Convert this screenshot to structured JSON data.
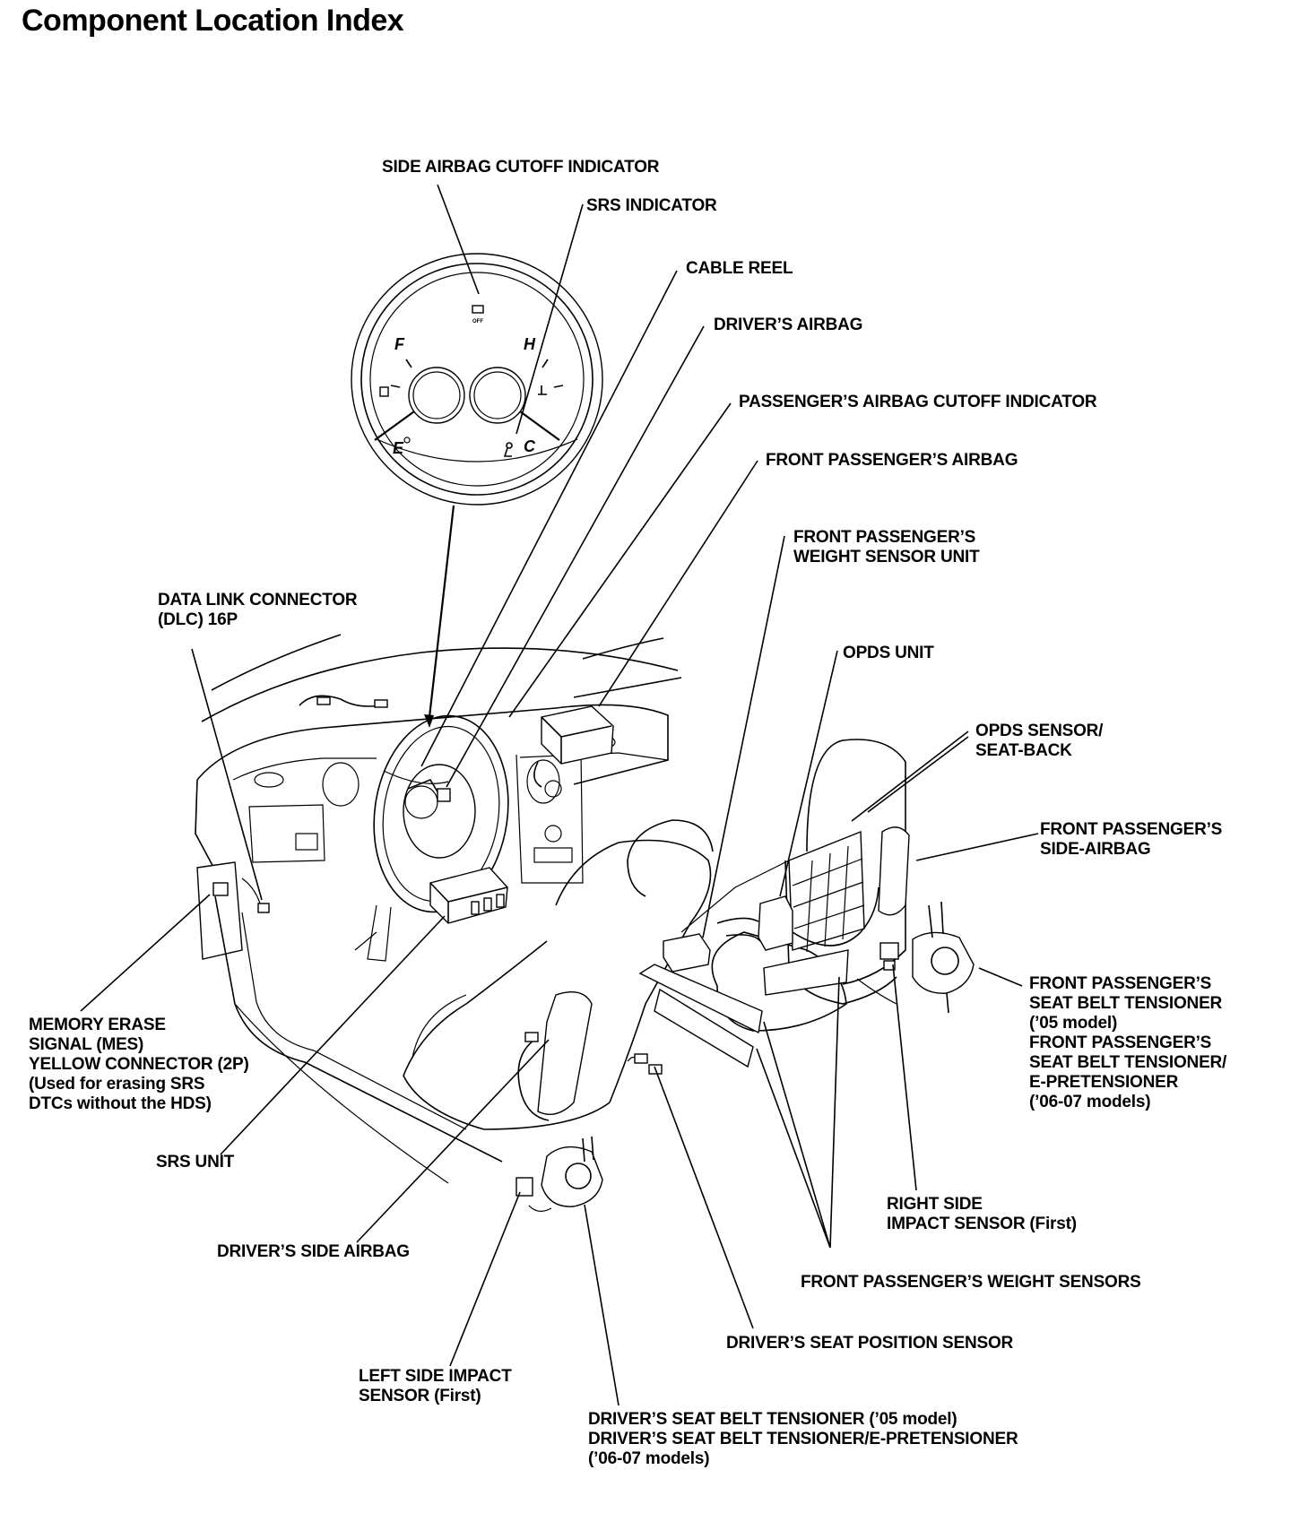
{
  "page": {
    "title": "Component Location Index"
  },
  "gauge": {
    "f": "F",
    "e": "E",
    "h": "H",
    "c": "C"
  },
  "labels": {
    "side_airbag_cutoff": [
      "SIDE AIRBAG CUTOFF INDICATOR"
    ],
    "srs_indicator": [
      "SRS INDICATOR"
    ],
    "cable_reel": [
      "CABLE REEL"
    ],
    "drivers_airbag": [
      "DRIVER’S AIRBAG"
    ],
    "passenger_cutoff": [
      "PASSENGER’S AIRBAG CUTOFF INDICATOR"
    ],
    "front_passenger_airbag": [
      "FRONT PASSENGER’S AIRBAG"
    ],
    "weight_sensor_unit": [
      "FRONT PASSENGER’S",
      "WEIGHT SENSOR UNIT"
    ],
    "dlc": [
      "DATA LINK CONNECTOR",
      "(DLC) 16P"
    ],
    "opds_unit": [
      "OPDS UNIT"
    ],
    "opds_sensor": [
      "OPDS SENSOR/",
      "SEAT-BACK"
    ],
    "front_passenger_side_airbag": [
      "FRONT PASSENGER’S",
      "SIDE-AIRBAG"
    ],
    "passenger_belt_tensioner": [
      "FRONT PASSENGER’S",
      "SEAT BELT TENSIONER",
      "(’05 model)",
      "FRONT PASSENGER’S",
      "SEAT BELT TENSIONER/",
      "E-PRETENSIONER",
      "(’06-07 models)"
    ],
    "mes": [
      "MEMORY ERASE",
      "SIGNAL (MES)",
      "YELLOW CONNECTOR (2P)",
      "(Used for erasing SRS",
      "DTCs without the HDS)"
    ],
    "srs_unit": [
      "SRS UNIT"
    ],
    "right_side_impact": [
      "RIGHT SIDE",
      "IMPACT SENSOR (First)"
    ],
    "drivers_side_airbag": [
      "DRIVER’S SIDE AIRBAG"
    ],
    "weight_sensors": [
      "FRONT PASSENGER’S WEIGHT SENSORS"
    ],
    "seat_position": [
      "DRIVER’S SEAT POSITION SENSOR"
    ],
    "left_side_impact": [
      "LEFT SIDE IMPACT",
      "SENSOR (First)"
    ],
    "driver_belt_tensioner": [
      "DRIVER’S SEAT BELT TENSIONER (’05 model)",
      "DRIVER’S SEAT BELT TENSIONER/E-PRETENSIONER",
      "(’06-07 models)"
    ]
  }
}
